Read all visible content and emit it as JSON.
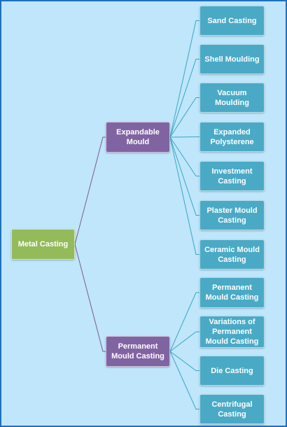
{
  "diagram": {
    "root": {
      "label": "Metal Casting"
    },
    "branches": [
      {
        "label": "Expandable\nMould",
        "children": [
          "Sand Casting",
          "Shell Moulding",
          "Vacuum\nMoulding",
          "Expanded\nPolysterene",
          "Investment\nCasting",
          "Plaster Mould\nCasting",
          "Ceramic Mould\nCasting"
        ]
      },
      {
        "label": "Permanent\nMould Casting",
        "children": [
          "Permanent\nMould Casting",
          "Variations of\nPermanent\nMould Casting",
          "Die Casting",
          "Centrifugal\nCasting"
        ]
      }
    ],
    "colors": {
      "background": "#bfe6fa",
      "border": "#1f6fbf",
      "root_fill": "#93bb5a",
      "branch_fill": "#8064a2",
      "leaf_fill": "#4aaac6",
      "root_link": "#7a5a96",
      "leaf_link": "#3aa6c4"
    }
  }
}
